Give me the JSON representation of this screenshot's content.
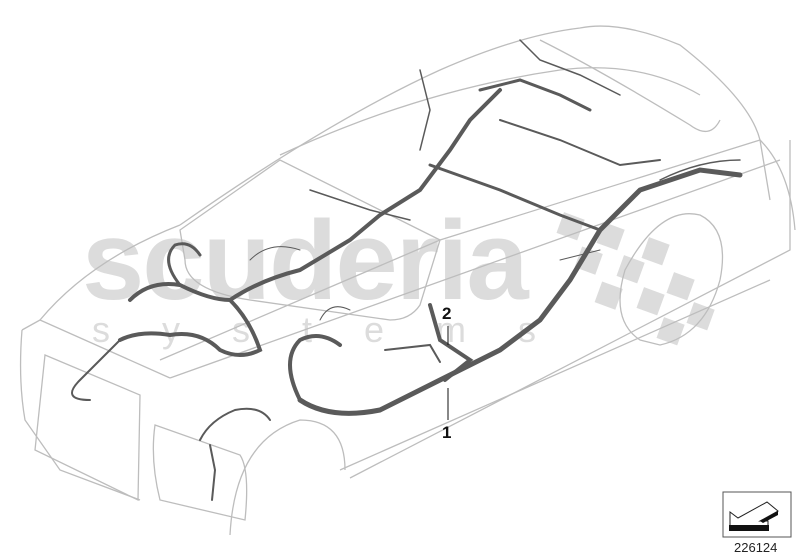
{
  "diagram": {
    "type": "exploded parts diagram",
    "subject": "vehicle wiring harness",
    "callouts": [
      {
        "label": "1",
        "part": "main wiring harness"
      },
      {
        "label": "2",
        "part": "wiring harness section"
      }
    ],
    "diagram_id": "226124",
    "nav_icon": "arrow-back-icon"
  },
  "watermark": {
    "main": "scuderia",
    "sub": "systems"
  },
  "colors": {
    "outline": "#bdbdbd",
    "harness": "#5a5a5a",
    "watermark": "#dcdcdc",
    "text": "#111111"
  }
}
